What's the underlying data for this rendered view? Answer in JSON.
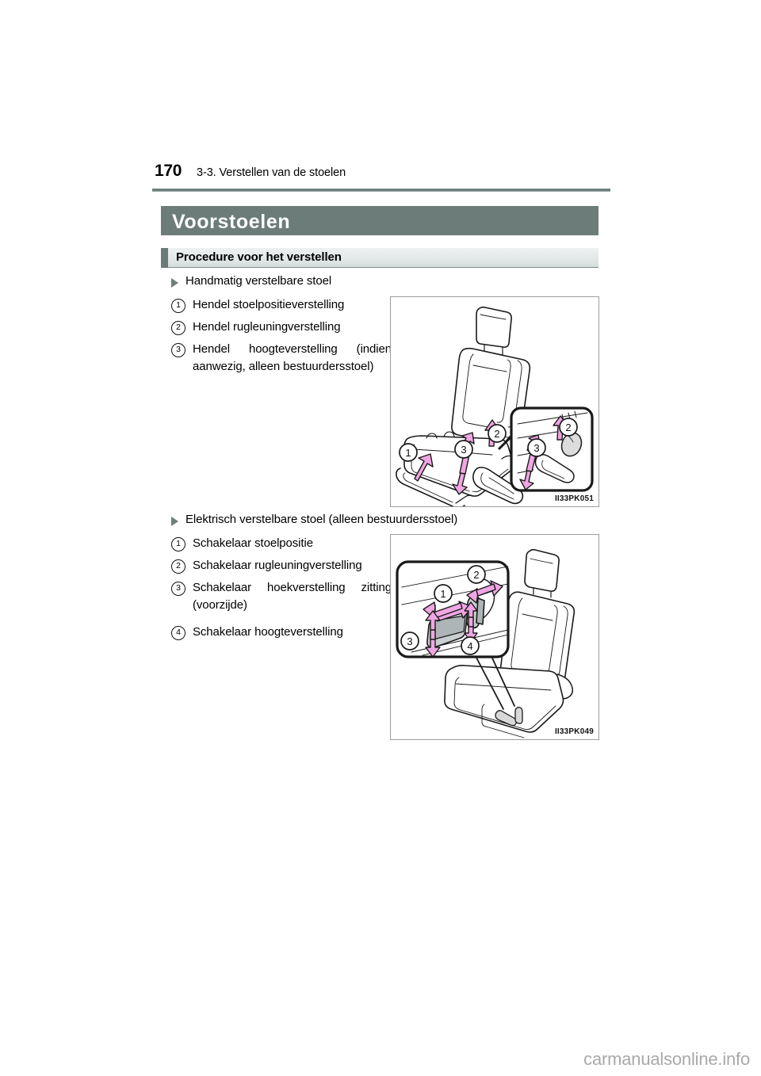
{
  "page": {
    "number": "170",
    "breadcrumb": "3-3. Verstellen van de stoelen",
    "title": "Voorstoelen",
    "subheading": "Procedure voor het verstellen",
    "watermark": "carmanualsonline.info"
  },
  "colors": {
    "title_bar": "#6c7c79",
    "rule": "#6e7f7c",
    "subheading_accent": "#6b7b78",
    "subheading_bg": "#e3e8e8",
    "arrow_pink": "#f0a6e2",
    "line": "#1a1a1a"
  },
  "sections": [
    {
      "bullet": "Handmatig verstelbare stoel",
      "items": [
        {
          "num": "1",
          "text": "Hendel stoelpositieverstelling"
        },
        {
          "num": "2",
          "text": "Hendel rugleuningverstelling"
        },
        {
          "num": "3",
          "text": "Hendel hoogteverstelling (indien",
          "text2": "aanwezig, alleen bestuurdersstoel)"
        }
      ],
      "figure": {
        "code": "II33PK051",
        "alt": "manual-seat-adjust-levers"
      }
    },
    {
      "bullet": "Elektrisch verstelbare stoel (alleen bestuurdersstoel)",
      "items": [
        {
          "num": "1",
          "text": "Schakelaar stoelpositie"
        },
        {
          "num": "2",
          "text": "Schakelaar rugleuningverstelling"
        },
        {
          "num": "3",
          "text": "Schakelaar hoekverstelling zitting",
          "text2": "(voorzijde)"
        },
        {
          "num": "4",
          "text": "Schakelaar hoogteverstelling"
        }
      ],
      "figure": {
        "code": "II33PK049",
        "alt": "power-seat-adjust-switches"
      }
    }
  ],
  "figure_callouts": {
    "fig1": [
      "1",
      "3",
      "2",
      "3",
      "2"
    ],
    "fig2": [
      "1",
      "2",
      "3",
      "4"
    ]
  }
}
